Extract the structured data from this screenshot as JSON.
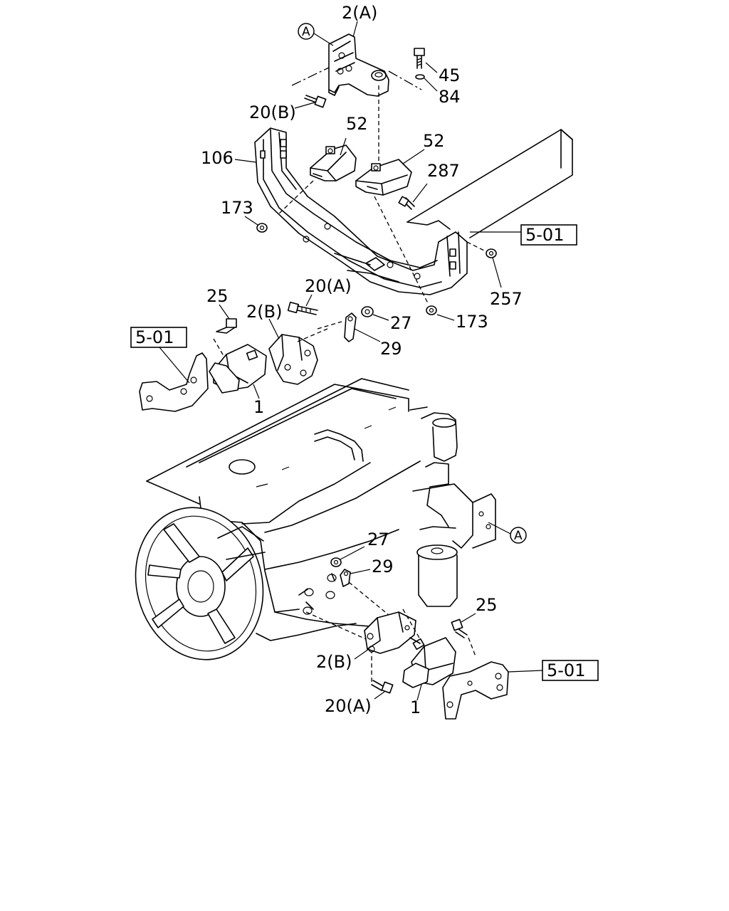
{
  "callouts": {
    "p2a_top": "2(A)",
    "p45": "45",
    "p84": "84",
    "p20b_top": "20(B)",
    "p52_left": "52",
    "p52_right": "52",
    "p106": "106",
    "p287": "287",
    "p173_left": "173",
    "ref501_top": "5-01",
    "p257": "257",
    "p20a_top": "20(A)",
    "p25_top": "25",
    "p2b_top": "2(B)",
    "p27_top": "27",
    "p173_right": "173",
    "ref501_left": "5-01",
    "p29_top": "29",
    "p1_top": "1",
    "p27_bottom": "27",
    "p29_bottom": "29",
    "p25_bottom": "25",
    "p2b_bottom": "2(B)",
    "ref501_bottom": "5-01",
    "p20a_bottom": "20(A)",
    "p1_bottom": "1"
  },
  "markers": {
    "a_top": "A",
    "a_right": "A"
  }
}
